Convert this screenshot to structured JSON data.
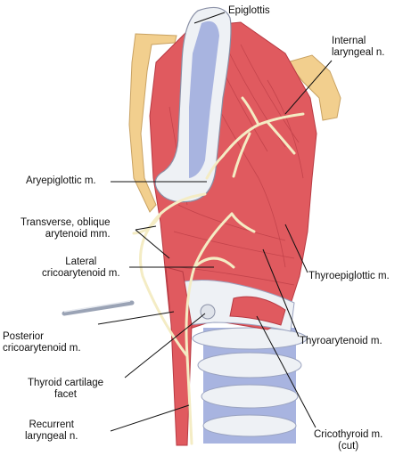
{
  "labels": {
    "epiglottis": "Epiglottis",
    "internal_laryngeal": "Internal\nlaryngeal n.",
    "aryepiglottic": "Aryepiglottic m.",
    "transverse_oblique": "Transverse, oblique\narytenoid mm.",
    "lateral_crico": "Lateral\ncricoarytenoid m.",
    "posterior_crico": "Posterior\ncricoarytenoid m.",
    "thyroid_facet": "Thyroid cartilage\nfacet",
    "recurrent_laryngeal": "Recurrent\nlaryngeal n.",
    "thyroepiglottic": "Thyroepiglottic m.",
    "thyroarytenoid": "Thyroarytenoid m.",
    "cricothyroid": "Cricothyroid m.\n(cut)"
  },
  "colors": {
    "muscle": "#e05a5f",
    "muscle_dark": "#b83a43",
    "cartilage_white": "#eef1f5",
    "cartilage_blue": "#a8b4e0",
    "thyroid_yellow": "#f2cf8e",
    "nerve": "#f4ecc4",
    "leader": "#111111"
  }
}
